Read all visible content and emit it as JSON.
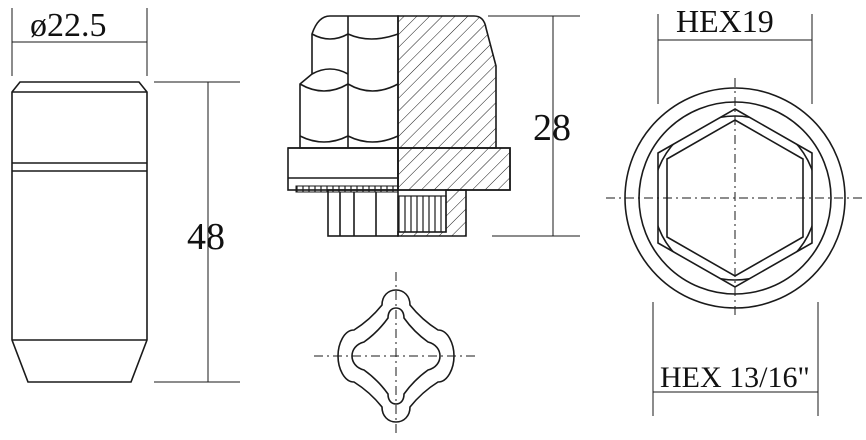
{
  "dimensions": {
    "diameter": "ø22.5",
    "length": "48",
    "height": "28",
    "hex_outer": "HEX19",
    "hex_inner": "HEX 13/16\""
  },
  "colors": {
    "line": "#1a1a1a",
    "background": "#ffffff"
  }
}
